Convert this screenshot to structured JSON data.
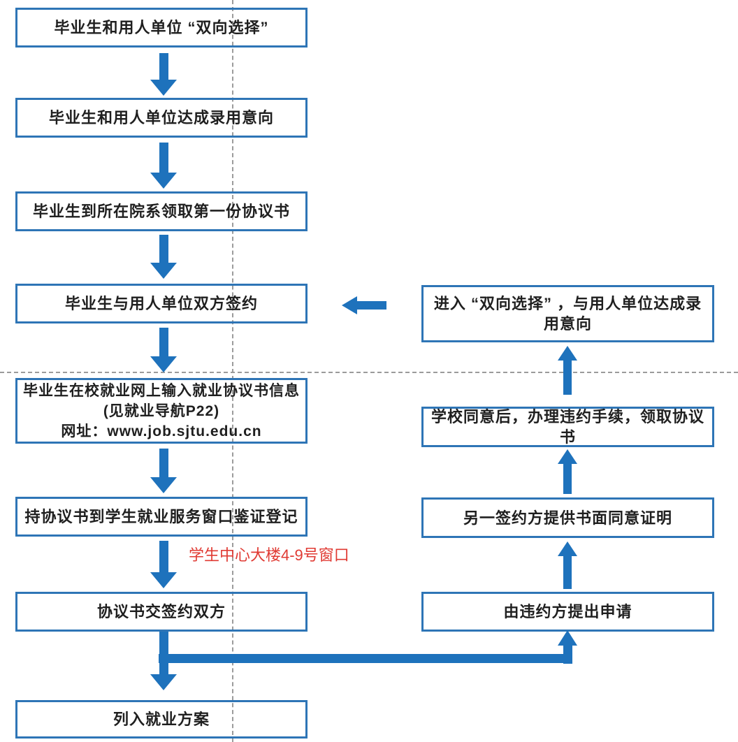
{
  "colors": {
    "arrow_blue": "#1E72BC",
    "box_border_blue": "#2E75B6",
    "text_dark": "#1F1F1F",
    "annotation_red": "#E03A33",
    "guide_gray": "#9B9B9B"
  },
  "main_flow": {
    "boxes": [
      {
        "label": "毕业生和用人单位 “双向选择”"
      },
      {
        "label": "毕业生和用人单位达成录用意向"
      },
      {
        "label": "毕业生到所在院系领取第一份协议书"
      },
      {
        "label": "毕业生与用人单位双方签约"
      },
      {
        "label": "毕业生在校就业网上输入就业协议书信息\n(见就业导航P22)\n网址：www.job.sjtu.edu.cn"
      },
      {
        "label": "持协议书到学生就业服务窗口鉴证登记"
      },
      {
        "label": "协议书交签约双方"
      },
      {
        "label": "列入就业方案"
      }
    ]
  },
  "breach_flow": {
    "boxes": [
      {
        "label": "进入 “双向选择” ，与用人单位达成录用意向"
      },
      {
        "label": "学校同意后，办理违约手续，领取协议书"
      },
      {
        "label": "另一签约方提供书面同意证明"
      },
      {
        "label": "由违约方提出申请"
      }
    ]
  },
  "annotation": {
    "window_location": "学生中心大楼4-9号窗口"
  }
}
